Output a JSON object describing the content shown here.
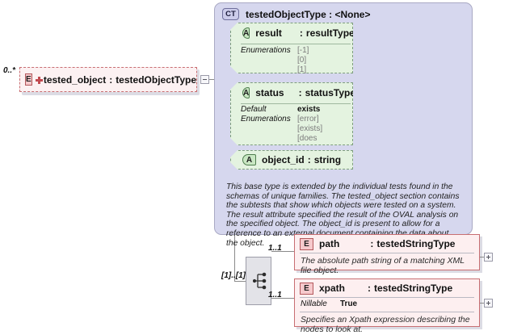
{
  "diagram": {
    "title": "testedObjectType XSD diagram",
    "colors": {
      "element_border": "#c86e72",
      "element_fill": "#fdeff0",
      "attribute_fill": "#e4f3e0",
      "complextype_fill": "#d6d7ee",
      "line": "#8a8a8a"
    }
  },
  "root_element": {
    "cardinality": "0..*",
    "badge": "E",
    "has_expand_plus": true,
    "name": "tested_object",
    "separator": ":",
    "type": "testedObjectType",
    "toggle": "minus"
  },
  "complex_type": {
    "badge": "CT",
    "title": "testedObjectType : <None>",
    "documentation": "This base type is extended by the individual tests found in the schemas of unique families.  The tested_object section contains the subtests that show which objects were tested on a system. The result attribute specified the result of the OVAL analysis on the specified object. The object_id is present to allow for a reference to an external document containing the data about the object.",
    "attributes": [
      {
        "badge": "A",
        "name": "result",
        "separator": ":",
        "type": "resultType",
        "properties": [
          {
            "label": "Enumerations",
            "values": [
              "[-1]",
              "[0]",
              "[1]"
            ]
          }
        ]
      },
      {
        "badge": "A",
        "name": "status",
        "separator": ":",
        "type": "statusType",
        "properties": [
          {
            "label": "Default",
            "values": [
              "exists"
            ],
            "strong": true
          },
          {
            "label": "Enumerations",
            "values": [
              "[error]",
              "[exists]",
              "[does not exist]"
            ]
          }
        ]
      },
      {
        "badge": "A",
        "name": "object_id",
        "separator": ":",
        "type": "string",
        "properties": []
      }
    ]
  },
  "sequence": {
    "icon": "sequence-icon",
    "cardinality": "[1]..[1]"
  },
  "child_elements": [
    {
      "cardinality": "1..1",
      "badge": "E",
      "name": "path",
      "separator": ":",
      "type": "testedStringType",
      "properties": [],
      "documentation": "The absolute path string of a matching XML file object.",
      "toggle": "plus"
    },
    {
      "cardinality": "1..1",
      "badge": "E",
      "name": "xpath",
      "separator": ":",
      "type": "testedStringType",
      "properties": [
        {
          "label": "Nillable",
          "values": [
            "True"
          ],
          "strong": true
        }
      ],
      "documentation": "Specifies an Xpath expression describing the nodes to look at.",
      "toggle": "plus"
    }
  ]
}
